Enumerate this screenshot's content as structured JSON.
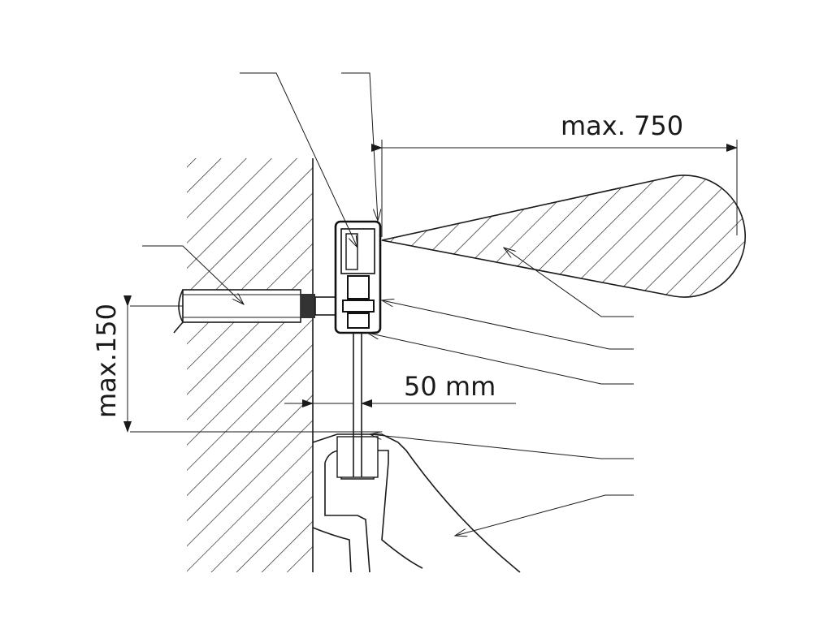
{
  "dimensions": {
    "detection_range": "max. 750",
    "height_offset": "max.150",
    "wall_distance": "50 mm"
  },
  "colors": {
    "line": "#1a1a1a",
    "background": "#ffffff"
  }
}
